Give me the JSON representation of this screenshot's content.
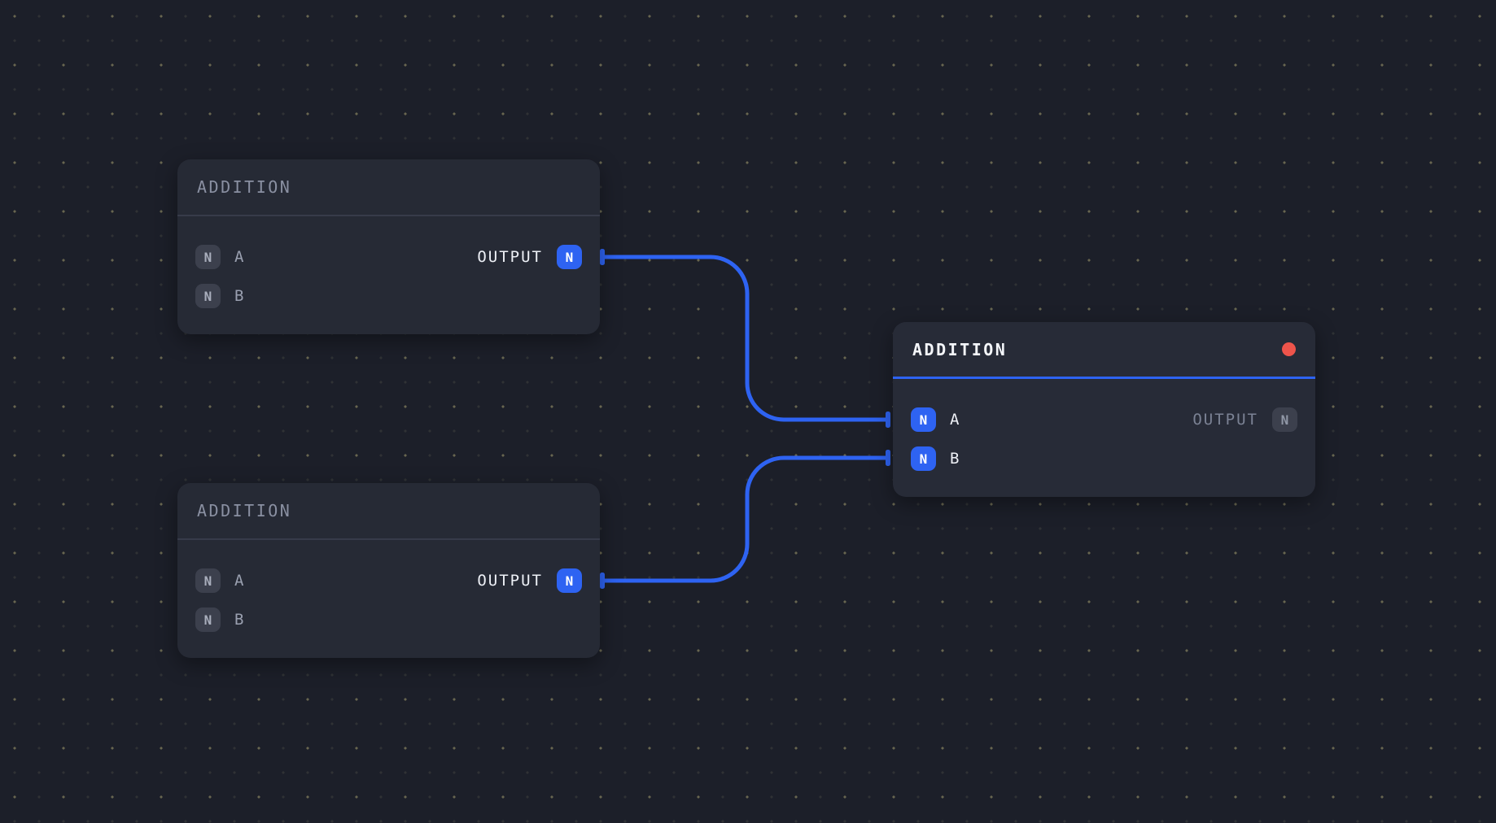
{
  "canvas": {
    "background": "#1c1f29",
    "grid_dot_color": "#686650",
    "accent_blue": "#2e63f2",
    "status_red": "#ee544b"
  },
  "nodes": [
    {
      "title": "ADDITION",
      "selected": false,
      "inputs": [
        {
          "badge": "N",
          "label": "A"
        },
        {
          "badge": "N",
          "label": "B"
        }
      ],
      "output": {
        "label": "OUTPUT",
        "badge": "N",
        "connected": true
      }
    },
    {
      "title": "ADDITION",
      "selected": false,
      "inputs": [
        {
          "badge": "N",
          "label": "A"
        },
        {
          "badge": "N",
          "label": "B"
        }
      ],
      "output": {
        "label": "OUTPUT",
        "badge": "N",
        "connected": true
      }
    },
    {
      "title": "ADDITION",
      "selected": true,
      "has_status_dot": true,
      "inputs": [
        {
          "badge": "N",
          "label": "A",
          "connected": true
        },
        {
          "badge": "N",
          "label": "B",
          "connected": true
        }
      ],
      "output": {
        "label": "OUTPUT",
        "badge": "N",
        "connected": false
      }
    }
  ],
  "connections": [
    {
      "from": "node-1 OUTPUT",
      "to": "node-3 A"
    },
    {
      "from": "node-2 OUTPUT",
      "to": "node-3 B"
    }
  ]
}
